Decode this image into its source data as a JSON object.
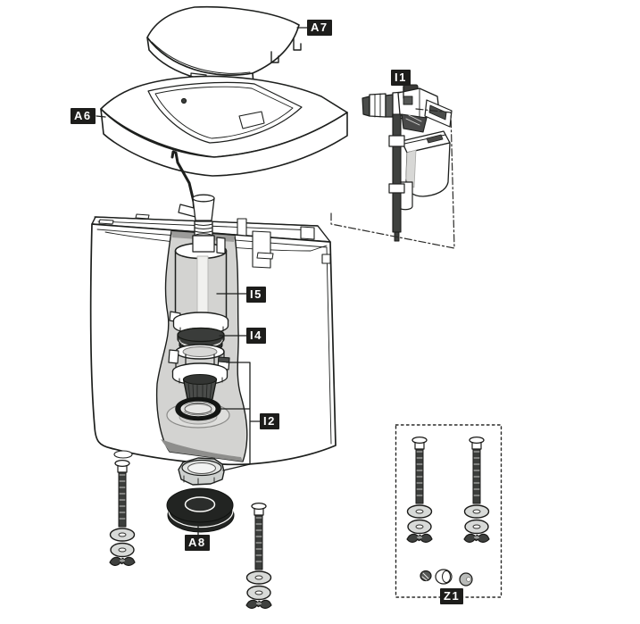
{
  "figure": {
    "type": "exploded-parts-diagram",
    "background": "#ffffff",
    "colors": {
      "outline": "#1d1f1d",
      "label_background": "#1d1d1b",
      "label_text": "#ffffff",
      "cutaway_gray": "#d3d3d1",
      "rubber_dark": "#3a3c3a",
      "metal_gray": "#d8dad8"
    },
    "labels": {
      "a7": "A7",
      "a6": "A6",
      "i1": "I1",
      "i5": "I5",
      "i4": "I4",
      "i2": "I2",
      "a8": "A8",
      "z1": "Z1"
    }
  }
}
